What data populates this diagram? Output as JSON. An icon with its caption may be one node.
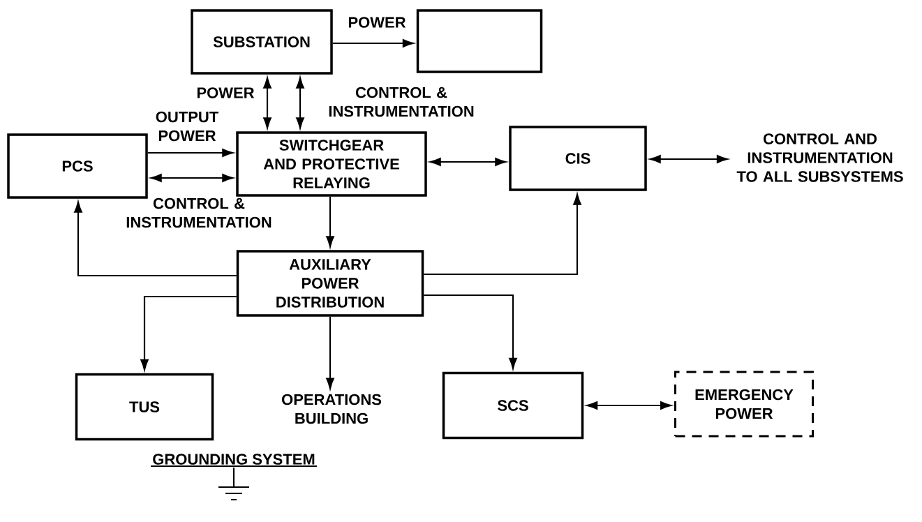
{
  "diagram": {
    "nodes": [
      {
        "text": [
          "SUBSTATION"
        ]
      },
      {
        "text": [],
        "shape": "box"
      },
      {
        "text": [
          "PCS"
        ]
      },
      {
        "text": [
          "SWITCHGEAR AND PROTECTIVE RELAYING"
        ]
      },
      {
        "text": [
          "CIS"
        ]
      },
      {
        "text": [
          "CONTROL AND INSTRUMENTATION TO ALL SUBSYSTEMS"
        ]
      },
      {
        "text": [
          "AUXILIARY POWER DISTRIBUTION"
        ]
      },
      {
        "text": [
          "TUS"
        ]
      },
      {
        "text": [
          "OPERATIONS BUILDING"
        ]
      },
      {
        "text": [
          "SCS"
        ]
      },
      {
        "text": [
          "EMERGENCY POWER"
        ]
      }
    ],
    "edges": [
      {
        "from": 0,
        "to": 1,
        "arrow": "to",
        "label": "POWER"
      },
      {
        "from": 0,
        "to": 3,
        "arrow": "both",
        "label": "POWER"
      },
      {
        "from": 0,
        "to": 3,
        "arrow": "both",
        "label": "CONTROL & INSTRUMENTATION"
      },
      {
        "from": 2,
        "to": 3,
        "arrow": "to",
        "label": "OUTPUT POWER"
      },
      {
        "from": 2,
        "to": 3,
        "arrow": "both",
        "label": "CONTROL & INSTRUMENTATION"
      },
      {
        "from": 3,
        "to": 4,
        "arrow": "both"
      },
      {
        "from": 4,
        "to": 5,
        "arrow": "both"
      },
      {
        "from": 3,
        "to": 6,
        "arrow": "to"
      },
      {
        "from": 6,
        "to": 2,
        "arrow": "to"
      },
      {
        "from": 6,
        "to": 4,
        "arrow": "to"
      },
      {
        "from": 6,
        "to": 7,
        "arrow": "to"
      },
      {
        "from": 6,
        "to": 8,
        "arrow": "to"
      },
      {
        "from": 6,
        "to": 9,
        "arrow": "to"
      },
      {
        "from": 9,
        "to": 10,
        "arrow": "both"
      }
    ],
    "labels": [
      "GROUNDING SYSTEM"
    ]
  }
}
